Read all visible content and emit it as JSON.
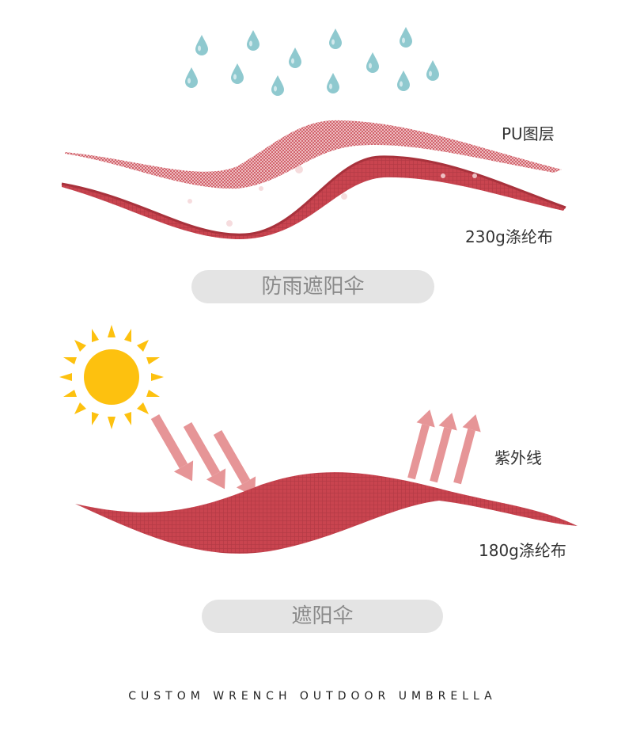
{
  "rain_section": {
    "layer_top_label": "PU图层",
    "layer_bottom_label": "230g涤纶布",
    "caption": "防雨遮阳伞"
  },
  "sun_section": {
    "uv_label": "紫外线",
    "fabric_label": "180g涤纶布",
    "caption": "遮阳伞"
  },
  "footer": {
    "text": "CUSTOM WRENCH OUTDOOR UMBRELLA"
  },
  "colors": {
    "fabric": "#c9444f",
    "fabric_dark": "#a8323c",
    "pu_mesh": "#d98a8f",
    "rain": "#8fc9cf",
    "sun": "#fdc10f",
    "ray": "#e48a8c",
    "caption_bg": "#e4e4e4"
  },
  "icons": [
    "raindrop-icon",
    "sun-icon",
    "uv-arrow-icon"
  ]
}
